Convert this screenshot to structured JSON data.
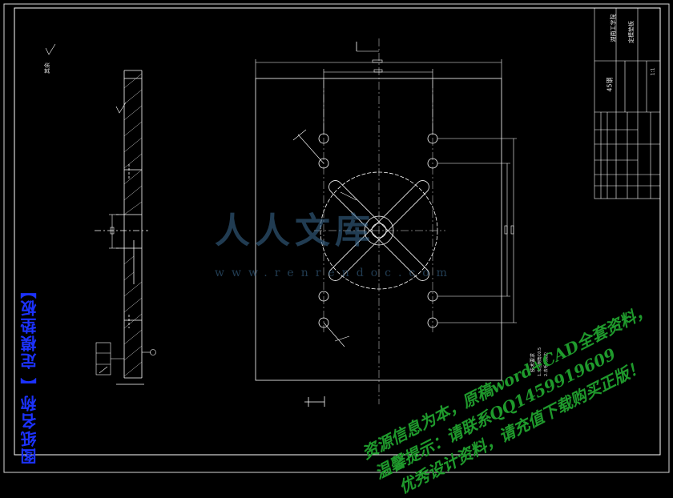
{
  "drawing_title": "图纸名称【 定模垫板】",
  "watermark": {
    "logo_text": "人人文库",
    "url": "www.renrendoc.com",
    "line1": "资源信息为本，原稿word+CAD全套资料，",
    "line2": "温馨提示：请联系QQ1459919609",
    "line3": "优秀设计资料，请充值下载购买正版！"
  },
  "annotations": {
    "surface_note": "其余",
    "tech_req_title": "技术要求",
    "tech_req_1": "1.未注倒角C0.5",
    "tech_req_2": "2.去毛刺锐边"
  },
  "title_block": {
    "school": "湖南工学院",
    "part_name": "定模垫板",
    "material": "45钢",
    "scale": "1:1"
  }
}
